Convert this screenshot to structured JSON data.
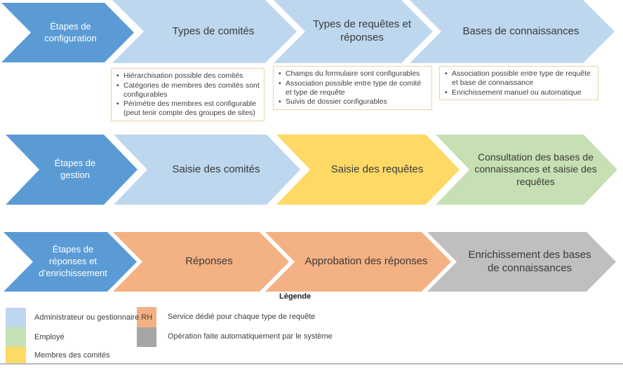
{
  "palette": {
    "dark_blue": "#5B9BD5",
    "light_blue": "#BDD7EE",
    "yellow": "#FFD966",
    "green": "#C6E0B4",
    "orange": "#F4B183",
    "gray": "#BFBFBF",
    "box_border": "#E7D59D",
    "text_dark": "#3F3F3F"
  },
  "rows": [
    {
      "stage": "Étapes de configuration",
      "steps": [
        "Types de comités",
        "Types de requêtes et réponses",
        "Bases de connaissances"
      ],
      "notes": [
        [
          "Hiérarchisation possible des comités",
          "Catégories de membres des comités sont configurables",
          "Périmètre des membres est configurable (peut tenir compte des groupes de sites)"
        ],
        [
          "Champs du formulaire sont configurables",
          "Association possible entre type de comité et type de requête",
          "Suivis de dossier configurables"
        ],
        [
          "Association possible entre type de requête et base de connaissance",
          "Enrichissement manuel ou automatique"
        ]
      ]
    },
    {
      "stage": "Étapes de gestion",
      "steps": [
        "Saisie des comités",
        "Saisie des requêtes",
        "Consultation des bases de connaissances et saisie des requêtes"
      ]
    },
    {
      "stage": "Étapes de réponses et d’enrichissement",
      "steps": [
        "Réponses",
        "Approbation des réponses",
        "Enrichissement des bases de connaissances"
      ]
    }
  ],
  "legend": {
    "title": "Légende",
    "items": [
      {
        "label": "Administrateur ou gestionnaire RH",
        "color": "#BDD7EE"
      },
      {
        "label": "Employé",
        "color": "#C6E0B4"
      },
      {
        "label": "Membres des comités",
        "color": "#FFD966"
      },
      {
        "label": "Service dédié pour chaque type de requête",
        "color": "#F4B183"
      },
      {
        "label": "Opération faite automatiquement par le système",
        "color": "#A6A6A6"
      }
    ]
  }
}
